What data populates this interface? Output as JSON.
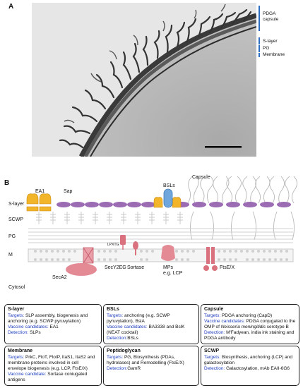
{
  "panel_a": {
    "label": "A",
    "labels": {
      "pdga": "PDGA",
      "capsule": "capsule",
      "s_layer": "S-layer",
      "pg": "PG",
      "membrane": "Membrane"
    }
  },
  "panel_b": {
    "label": "B",
    "row_labels": {
      "s_layer": "S-layer",
      "scwp": "SCWP",
      "pg": "PG",
      "m": "M",
      "cytosol": "Cytosol"
    },
    "protein_labels": {
      "ea1": "EA1",
      "sap": "Sap",
      "bsls": "BSLs",
      "capsule": "Capsule",
      "lpxtg": "LPXTG",
      "secy2eg": "SecY2EG",
      "seca2": "SecA2",
      "sortase": "Sortase",
      "mps": "MPs",
      "lcp": "e.g. LCP",
      "ftse": "FtsE/X"
    }
  },
  "cards": {
    "s_layer": {
      "title": "S-layer",
      "targets_k": "Targets:",
      "targets_v": "SLP assembly, biogenesis and anchoring (e.g. SCWP pyruvylation)",
      "vaccine_k": "Vaccine candidates:",
      "vaccine_v": "EA1",
      "detection_k": "Detection:",
      "detection_v": "SLPs"
    },
    "bsls": {
      "title": "BSLs",
      "targets_k": "Targets:",
      "targets_v": "anchoring (e.g. SCWP pyruvylation), BslA",
      "vaccine_k": "Vaccine candidates:",
      "vaccine_v": "BA3338 and BslK (NEAT cocktail)",
      "detection_k": "Detection:",
      "detection_v": "BSLs"
    },
    "capsule": {
      "title": "Capsule",
      "targets_k": "Targets:",
      "targets_v": "PDGA anchoring (CapD)",
      "vaccine_k": "Vaccine candidates:",
      "vaccine_v": "PDGA conjugated to the OMP of",
      "vaccine_italic": "Neisseria meningitidis",
      "vaccine_tail": "serotype B",
      "detection_k": "Detection:",
      "detection_v": "M'Fadyean, india ink staining and PDGA antibody"
    },
    "membrane": {
      "title": "Membrane",
      "targets_k": "Targets:",
      "targets_v": "PrkC, FloT, FlotP, ItaS1, ItaS2 and membrane proteins involved in cell envelope biogenesis (e.g. LCP, FtsE/X)",
      "vaccine_k": "Vaccine candidate:",
      "vaccine_v": "Sortase coniugated antigens"
    },
    "peptidoglycan": {
      "title": "Peptidoglycan",
      "targets_k": "Targets:",
      "targets_v": "PG, Biosynthesis (PDAs, hydrolases) and Remodelling (FtsE/X)",
      "detection_k": "Detection:",
      "detection_v": "GamR"
    },
    "scwp": {
      "title": "SCWP",
      "targets_k": "Targets:",
      "targets_v": "Biosynthesis, anchoring (LCP) and galactosylation",
      "detection_k": "Detection:",
      "detection_v": "Galactosylation, mAb EAII-6G6"
    }
  }
}
